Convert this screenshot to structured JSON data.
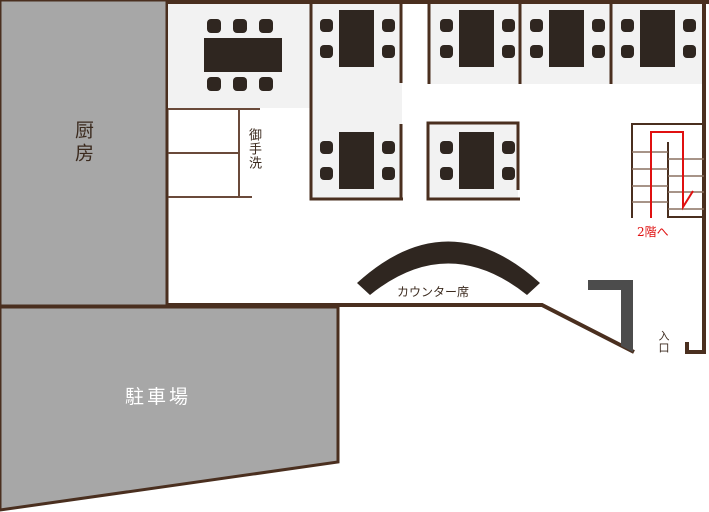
{
  "labels": {
    "kitchen": "厨房",
    "parking": "駐車場",
    "restroom": "御手洗",
    "counter": "カウンター席",
    "stairs": "2階へ",
    "entrance": "入口"
  },
  "colors": {
    "wall": "#4a2f1f",
    "area_gray": "#a7a7a7",
    "table": "#2f2620",
    "booth_floor": "#f2f2f2",
    "stairs_arrow": "#e01010",
    "entrance_block": "#4c4c4c"
  }
}
